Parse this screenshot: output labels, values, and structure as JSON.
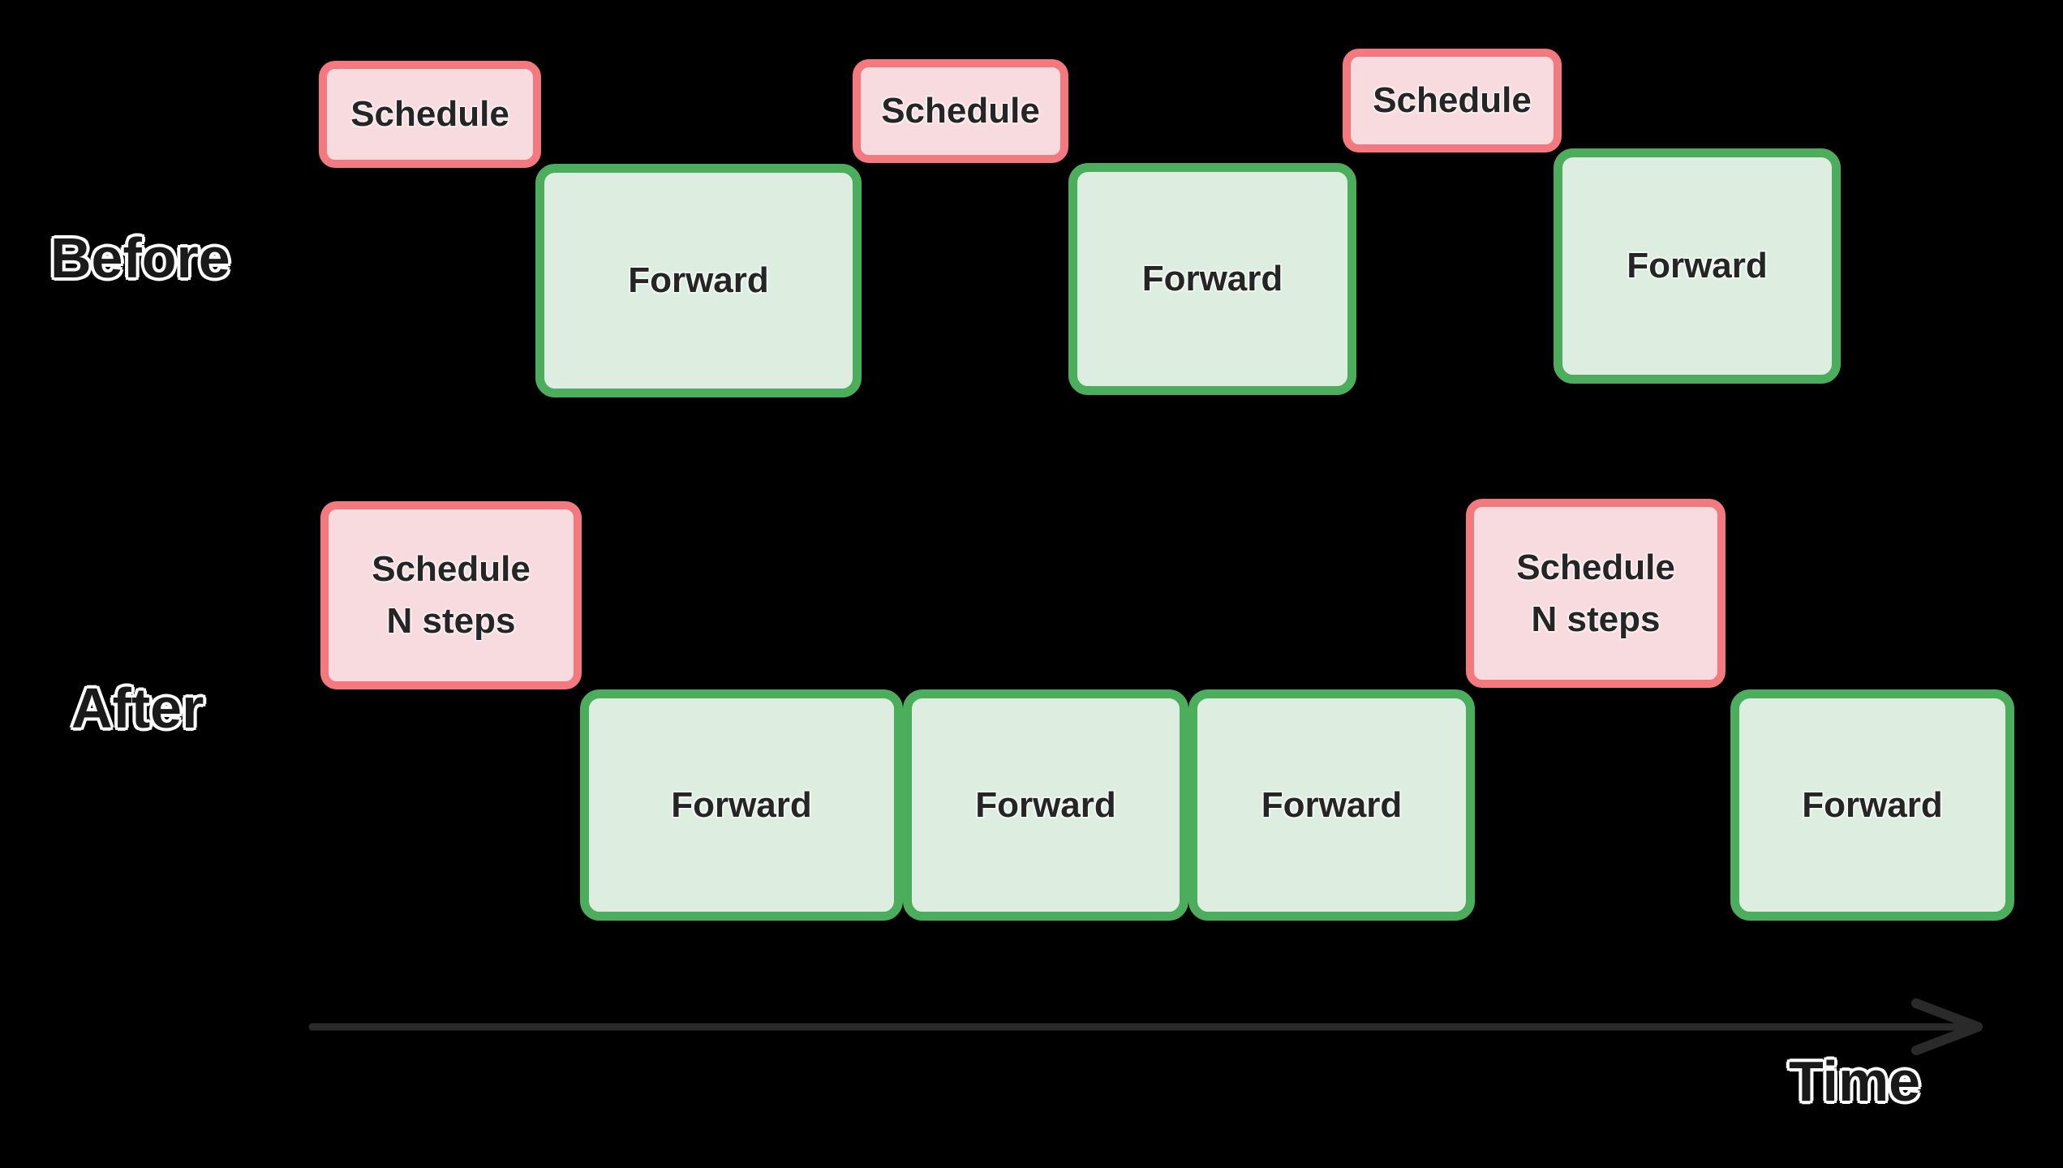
{
  "before": {
    "label": "Before",
    "blocks": [
      {
        "type": "schedule",
        "label": "Schedule"
      },
      {
        "type": "forward",
        "label": "Forward"
      },
      {
        "type": "schedule",
        "label": "Schedule"
      },
      {
        "type": "forward",
        "label": "Forward"
      },
      {
        "type": "schedule",
        "label": "Schedule"
      },
      {
        "type": "forward",
        "label": "Forward"
      }
    ]
  },
  "after": {
    "label": "After",
    "blocks": [
      {
        "type": "schedule",
        "lines": [
          "Schedule",
          "N steps"
        ]
      },
      {
        "type": "forward",
        "label": "Forward"
      },
      {
        "type": "forward",
        "label": "Forward"
      },
      {
        "type": "forward",
        "label": "Forward"
      },
      {
        "type": "schedule",
        "lines": [
          "Schedule",
          "N steps"
        ]
      },
      {
        "type": "forward",
        "label": "Forward"
      }
    ]
  },
  "time_axis": {
    "label": "Time"
  },
  "colors": {
    "background": "#000000",
    "schedule_fill": "#f7dbdf",
    "schedule_border": "#f3797f",
    "forward_fill": "#ddeee1",
    "forward_border": "#4cae5d",
    "box_text": "#252525",
    "label_text": "#1a1a1a",
    "label_outline": "#ffffff",
    "axis": "#2a2a2a"
  }
}
